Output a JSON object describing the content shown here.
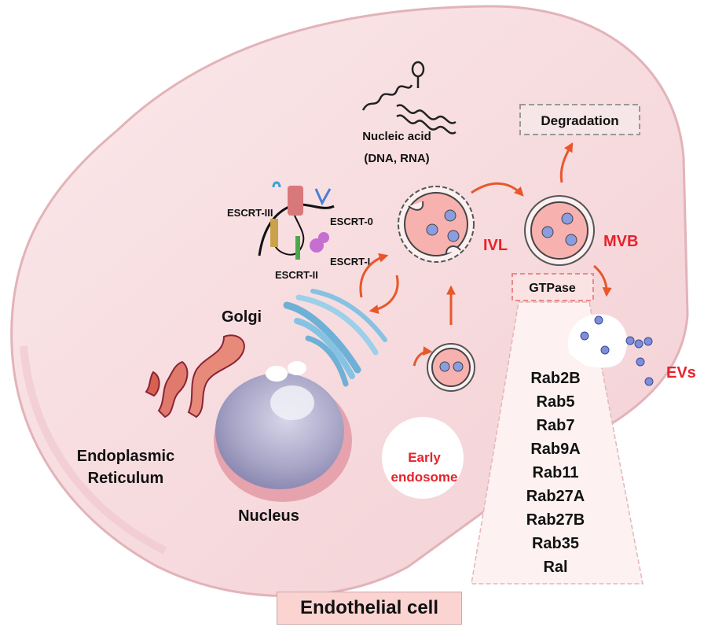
{
  "labels": {
    "nucleic_acid_line1": "Nucleic acid",
    "nucleic_acid_line2": "(DNA, RNA)",
    "degradation": "Degradation",
    "escrt_iii": "ESCRT-III",
    "escrt_0": "ESCRT-0",
    "escrt_i": "ESCRT-I",
    "escrt_ii": "ESCRT-II",
    "ivl": "IVL",
    "mvb": "MVB",
    "gtpase": "GTPase",
    "golgi": "Golgi",
    "evs": "EVs",
    "er_line1": "Endoplasmic",
    "er_line2": "Reticulum",
    "nucleus": "Nucleus",
    "early_endosome_line1": "Early",
    "early_endosome_line2": "endosome"
  },
  "gtpase_list": [
    "Rab2B",
    "Rab5",
    "Rab7",
    "Rab9A",
    "Rab11",
    "Rab27A",
    "Rab27B",
    "Rab35",
    "Ral"
  ],
  "caption": "Endothelial cell",
  "colors": {
    "cell_fill": "#f7dde0",
    "cell_outline": "#e6b8bd",
    "arrow": "#e8572a",
    "vesicle_fill": "#f7b2b0",
    "vesicle_dot": "#8a9de0",
    "red_text": "#e8222a",
    "caption_fill": "#fbd4d2"
  }
}
